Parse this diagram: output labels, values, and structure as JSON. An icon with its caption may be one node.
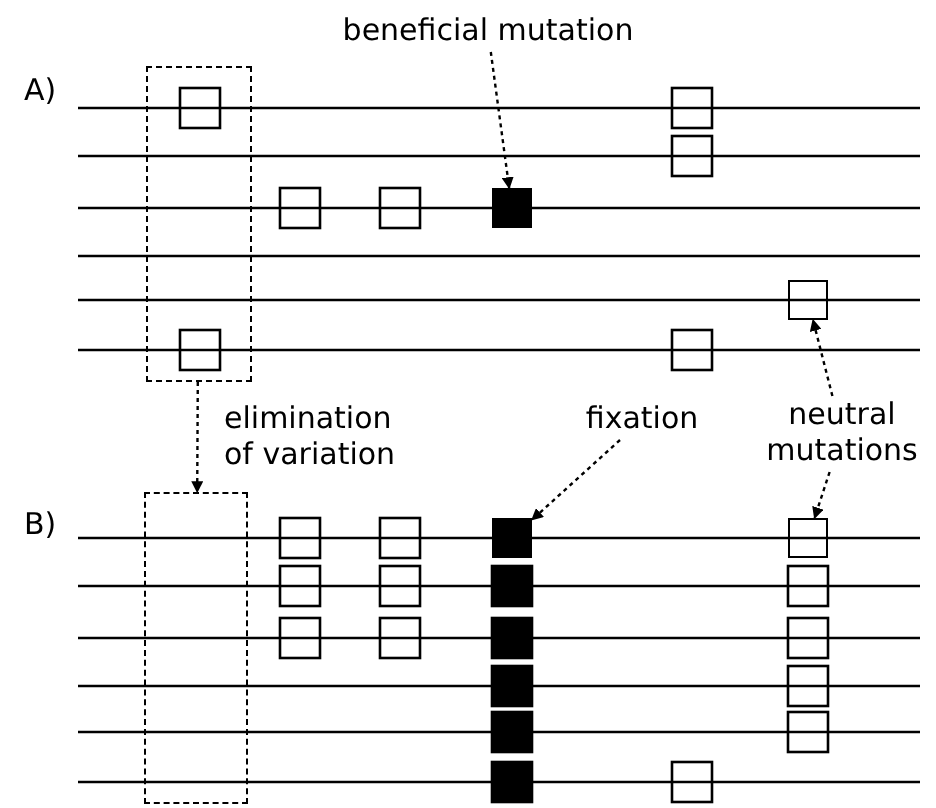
{
  "diagram": {
    "nodes": [
      {
        "text": [
          "beneficial mutation"
        ]
      },
      {
        "text": [],
        "shape": "box"
      },
      {
        "text": [],
        "shape": "box"
      },
      {
        "text": [],
        "shape": "box"
      },
      {
        "text": [
          "fixation"
        ]
      },
      {
        "text": [
          "neutral mutations"
        ]
      },
      {
        "text": [],
        "shape": "box"
      },
      {
        "text": [],
        "shape": "box"
      },
      {
        "text": [],
        "shape": "box"
      }
    ],
    "edges": [
      {
        "from": 0,
        "to": 2,
        "arrow": "to",
        "style": "dashed"
      },
      {
        "from": 5,
        "to": 3,
        "arrow": "to",
        "style": "dashed"
      },
      {
        "from": 1,
        "to": 6,
        "arrow": "to",
        "style": "dashed",
        "label": "elimination of variation"
      },
      {
        "from": 4,
        "to": 7,
        "arrow": "to",
        "style": "dashed"
      },
      {
        "from": 5,
        "to": 8,
        "arrow": "to",
        "style": "dashed"
      }
    ],
    "labels": [
      "A)",
      "B)"
    ]
  }
}
